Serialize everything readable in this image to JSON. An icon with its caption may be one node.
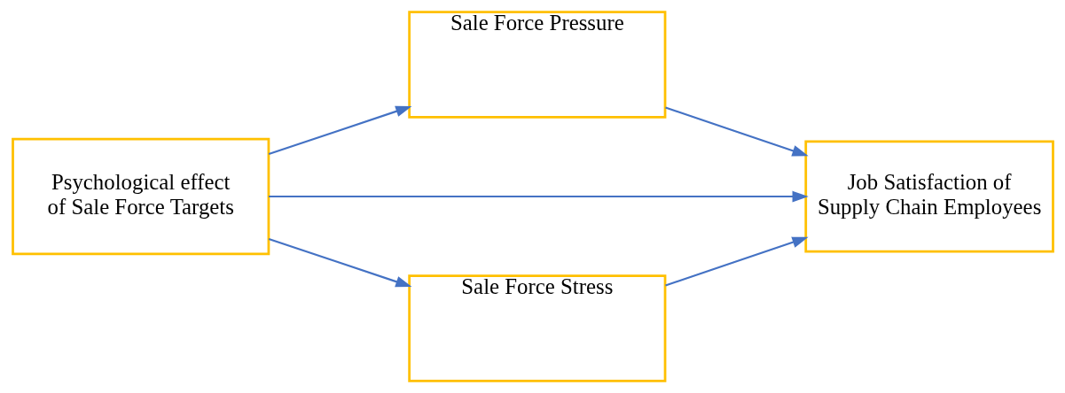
{
  "diagram": {
    "nodes": [
      {
        "text": [
          "Sale Force Pressure"
        ]
      },
      {
        "text": [
          "Psychological effect of Sale Force Targets"
        ]
      },
      {
        "text": [
          "Job Satisfaction of Supply Chain Employees"
        ]
      },
      {
        "text": [
          "Sale Force Stress"
        ]
      }
    ],
    "edges": [
      {
        "from": 1,
        "to": 0,
        "arrow": "to"
      },
      {
        "from": 0,
        "to": 2,
        "arrow": "to"
      },
      {
        "from": 1,
        "to": 2,
        "arrow": "to"
      },
      {
        "from": 1,
        "to": 3,
        "arrow": "to"
      },
      {
        "from": 3,
        "to": 2,
        "arrow": "to"
      }
    ]
  }
}
